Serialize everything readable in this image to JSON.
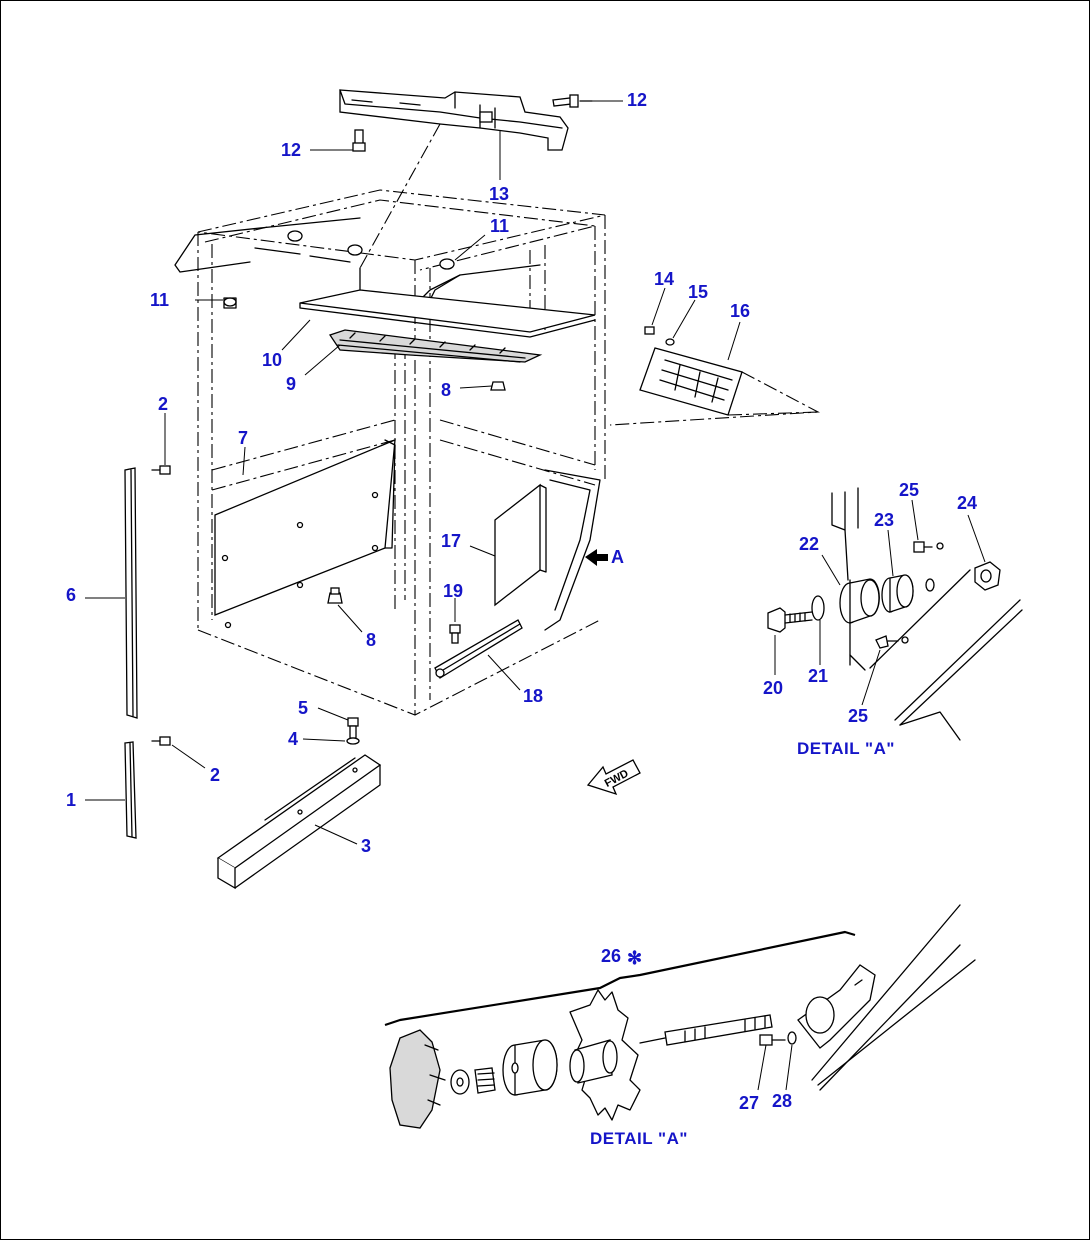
{
  "callouts": {
    "c1": "1",
    "c2a": "2",
    "c2b": "2",
    "c3": "3",
    "c4": "4",
    "c5": "5",
    "c6": "6",
    "c7": "7",
    "c8a": "8",
    "c8b": "8",
    "c9": "9",
    "c10": "10",
    "c11a": "11",
    "c11b": "11",
    "c12a": "12",
    "c12b": "12",
    "c13": "13",
    "c14": "14",
    "c15": "15",
    "c16": "16",
    "c17": "17",
    "c18": "18",
    "c19": "19",
    "c20": "20",
    "c21": "21",
    "c22": "22",
    "c23": "23",
    "c24": "24",
    "c25a": "25",
    "c25b": "25",
    "c26": "26",
    "c26mark": "✻",
    "c27": "27",
    "c28": "28"
  },
  "view_arrow_label": "A",
  "detail_label_1": "DETAIL \"A\"",
  "detail_label_2": "DETAIL \"A\"",
  "fwd_label": "FWD",
  "colors": {
    "callout": "#1515c8",
    "line": "#000000",
    "background": "#ffffff"
  }
}
